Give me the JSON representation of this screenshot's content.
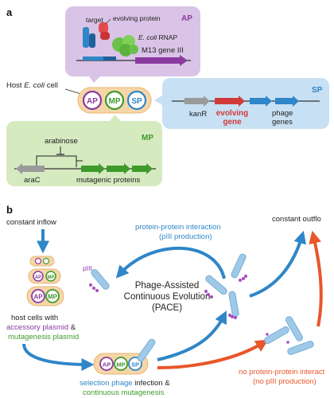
{
  "panel_a": {
    "letter": "a",
    "ap_box": {
      "tag": "AP",
      "target": "target",
      "evolving_protein": "evolving protein",
      "rnap_italic": "E. coli",
      "rnap_rest": " RNAP",
      "gene": "M13 gene III",
      "color": "#c9aedc"
    },
    "host_italic": "E. coli",
    "host_pre": "Host ",
    "host_post": " cell",
    "cell_plasmids": [
      "AP",
      "MP",
      "SP"
    ],
    "sp_box": {
      "tag": "SP",
      "kanr": "kanR",
      "evolving_gene_line1": "evolving",
      "evolving_gene_line2": "gene",
      "phage_genes_line1": "phage",
      "phage_genes_line2": "genes",
      "color": "#b9d7ef"
    },
    "mp_box": {
      "tag": "MP",
      "arabinose": "arabinose",
      "arac": "araC",
      "mutagenic": "mutagenic proteins",
      "color": "#cfe6b8"
    }
  },
  "panel_b": {
    "letter": "b",
    "constant_inflow": "constant inflow",
    "constant_outflow": "constant outflo",
    "ppi_line1": "protein-protein interaction",
    "ppi_line2": "(pIII production)",
    "piii": "pIII",
    "pace_line1": "Phage-Assisted",
    "pace_line2": "Continuous Evolution",
    "pace_line3": "(PACE)",
    "host_cells_with": "host cells with",
    "accessory_plasmid": "accessory plasmid",
    "amp": " &",
    "mutagenesis_plasmid": "mutagenesis plasmid",
    "selection_phage": "selection phage",
    "infection": " infection &",
    "continuous_mutagenesis": "continuous mutagenesis",
    "no_ppi_line1": "no protein-protein interact",
    "no_ppi_line2": "(no pIII production)",
    "colors": {
      "blue": "#2f86c8",
      "orange": "#e8562a",
      "purple": "#8b3aa0",
      "green": "#3f9a2c",
      "red": "#d23a3a"
    }
  }
}
